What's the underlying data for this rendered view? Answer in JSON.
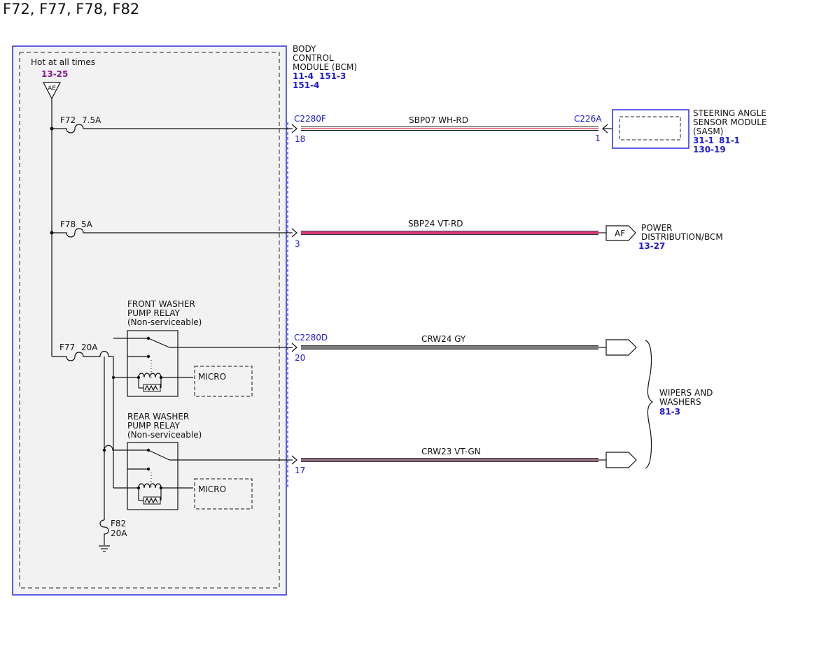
{
  "title": "F72, F77, F78, F82",
  "fuse_box": {
    "hot_label": "Hot at all times",
    "hot_ref": "13-25",
    "connector_ae": "AE",
    "fuses": [
      {
        "name": "F72",
        "rating": "7.5A"
      },
      {
        "name": "F78",
        "rating": "5A"
      },
      {
        "name": "F77",
        "rating": "20A"
      },
      {
        "name": "F82",
        "rating": "20A"
      }
    ],
    "front_relay": [
      "FRONT WASHER",
      "PUMP RELAY",
      "(Non-serviceable)"
    ],
    "rear_relay": [
      "REAR WASHER",
      "PUMP RELAY",
      "(Non-serviceable)"
    ],
    "micro_label": "MICRO"
  },
  "bcm": {
    "lines": [
      "BODY",
      "CONTROL",
      "MODULE (BCM)"
    ],
    "refs_line1": [
      "11-4",
      "151-3"
    ],
    "refs_line2": [
      "151-4"
    ]
  },
  "circuits": [
    {
      "wire": "SBP07  WH-RD",
      "connector": "C2280F",
      "pin": "18",
      "far_connector": "C226A",
      "far_pin": "1",
      "color_main": "#ffffff",
      "color_stripe": "#d9304a"
    },
    {
      "wire": "SBP24  VT-RD",
      "connector": "",
      "pin": "3",
      "color_main": "#d6409a",
      "color_stripe": "#d9304a"
    },
    {
      "wire": "CRW24  GY",
      "connector": "C2280D",
      "pin": "20",
      "color_main": "#7a7a7a",
      "color_stripe": "#7a7a7a"
    },
    {
      "wire": "CRW23  VT-GN",
      "connector": "",
      "pin": "17",
      "color_main": "#c85fa8",
      "color_stripe": "#4f8a4f"
    }
  ],
  "sasm": {
    "lines": [
      "STEERING ANGLE",
      "SENSOR MODULE",
      "(SASM)"
    ],
    "refs_line1": [
      "31-1",
      "81-1"
    ],
    "refs_line2": [
      "130-19"
    ]
  },
  "power_dist": {
    "connector": "AF",
    "lines": [
      "POWER",
      "DISTRIBUTION/BCM"
    ],
    "ref": "13-27"
  },
  "wipers": {
    "lines": [
      "WIPERS AND",
      "WASHERS"
    ],
    "ref": "81-3"
  },
  "colors": {
    "module_border": "#2a2ae0",
    "fusebox_fill": "#f2f2f2"
  }
}
